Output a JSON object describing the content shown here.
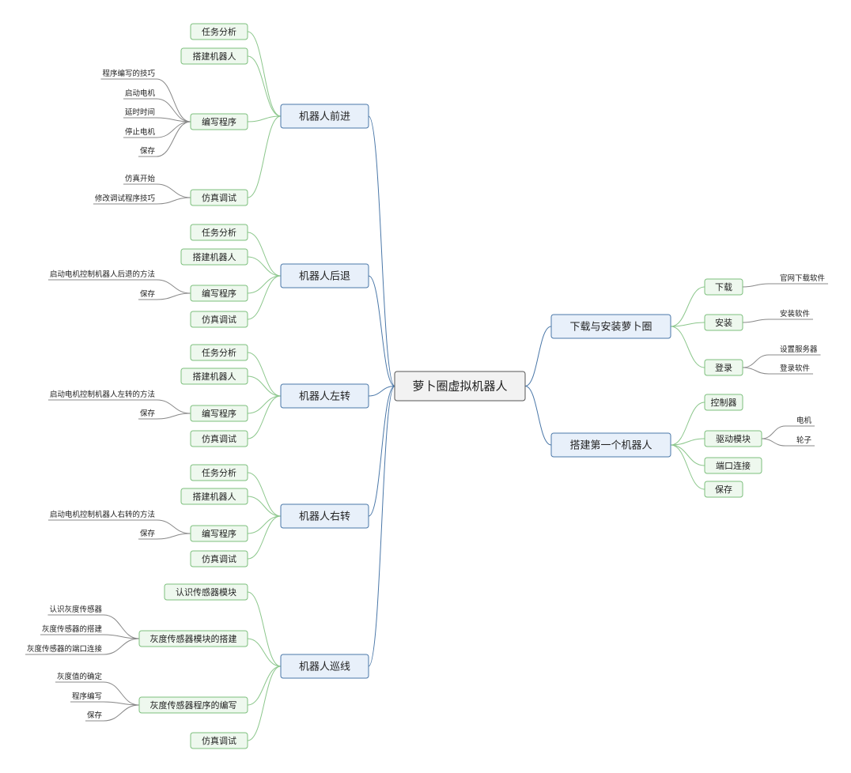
{
  "mindmap": {
    "root": "萝卜圈虚拟机器人",
    "left": [
      {
        "label": "机器人前进",
        "children": [
          {
            "label": "任务分析",
            "leaves": []
          },
          {
            "label": "搭建机器人",
            "leaves": []
          },
          {
            "label": "编写程序",
            "leaves": [
              "程序编写的技巧",
              "启动电机",
              "延时时间",
              "停止电机",
              "保存"
            ]
          },
          {
            "label": "仿真调试",
            "leaves": [
              "仿真开始",
              "修改调试程序技巧"
            ]
          }
        ]
      },
      {
        "label": "机器人后退",
        "children": [
          {
            "label": "任务分析",
            "leaves": []
          },
          {
            "label": "搭建机器人",
            "leaves": []
          },
          {
            "label": "编写程序",
            "leaves": [
              "启动电机控制机器人后退的方法",
              "保存"
            ]
          },
          {
            "label": "仿真调试",
            "leaves": []
          }
        ]
      },
      {
        "label": "机器人左转",
        "children": [
          {
            "label": "任务分析",
            "leaves": []
          },
          {
            "label": "搭建机器人",
            "leaves": []
          },
          {
            "label": "编写程序",
            "leaves": [
              "启动电机控制机器人左转的方法",
              "保存"
            ]
          },
          {
            "label": "仿真调试",
            "leaves": []
          }
        ]
      },
      {
        "label": "机器人右转",
        "children": [
          {
            "label": "任务分析",
            "leaves": []
          },
          {
            "label": "搭建机器人",
            "leaves": []
          },
          {
            "label": "编写程序",
            "leaves": [
              "启动电机控制机器人右转的方法",
              "保存"
            ]
          },
          {
            "label": "仿真调试",
            "leaves": []
          }
        ]
      },
      {
        "label": "机器人巡线",
        "children": [
          {
            "label": "认识传感器模块",
            "leaves": []
          },
          {
            "label": "灰度传感器模块的搭建",
            "leaves": [
              "认识灰度传感器",
              "灰度传感器的搭建",
              "灰度传感器的端口连接"
            ]
          },
          {
            "label": "灰度传感器程序的编写",
            "leaves": [
              "灰度值的确定",
              "程序编写",
              "保存"
            ]
          },
          {
            "label": "仿真调试",
            "leaves": []
          }
        ]
      }
    ],
    "right": [
      {
        "label": "下载与安装萝卜圈",
        "children": [
          {
            "label": "下载",
            "leaves": [
              "官网下载软件"
            ]
          },
          {
            "label": "安装",
            "leaves": [
              "安装软件"
            ]
          },
          {
            "label": "登录",
            "leaves": [
              "设置服务器",
              "登录软件"
            ]
          }
        ]
      },
      {
        "label": "搭建第一个机器人",
        "children": [
          {
            "label": "控制器",
            "leaves": []
          },
          {
            "label": "驱动模块",
            "leaves": [
              "电机",
              "轮子"
            ]
          },
          {
            "label": "端口连接",
            "leaves": []
          },
          {
            "label": "保存",
            "leaves": []
          }
        ]
      }
    ]
  },
  "colors": {
    "root_fill": "#f2f2f2",
    "root_stroke": "#555555",
    "main_topic_fill": "#e8f0fa",
    "main_topic_stroke": "#4a77a8",
    "subtopic_fill": "#eef8ee",
    "subtopic_stroke": "#7cbf7c",
    "leaf_line": "#888888"
  }
}
